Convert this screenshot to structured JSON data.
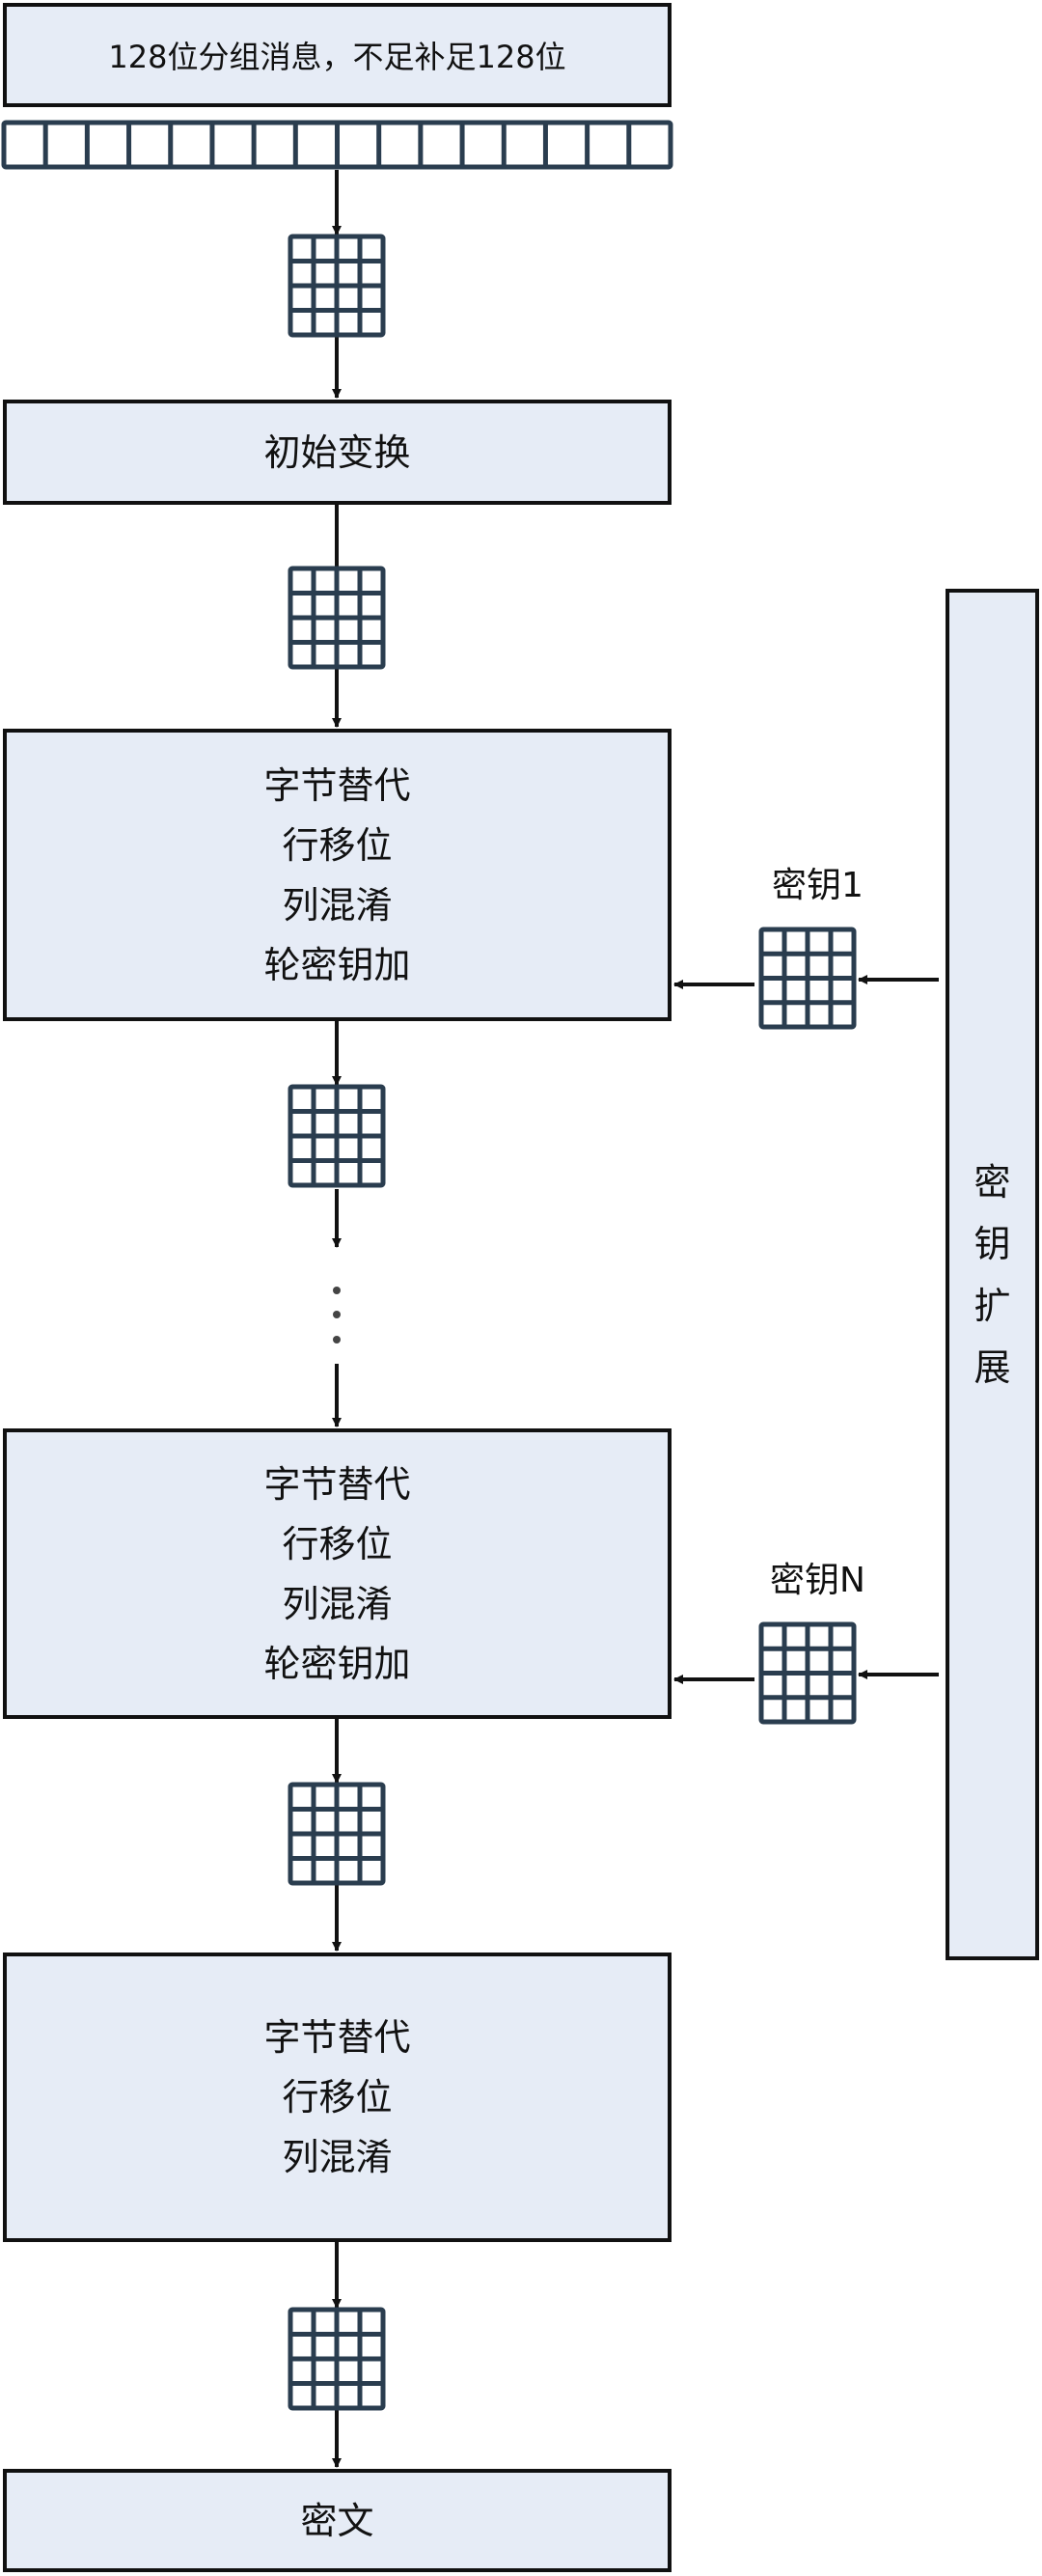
{
  "input_box": "128位分组消息，不足补足128位",
  "initial_transform": "初始变换",
  "round_first": [
    "字节替代",
    "行移位",
    "列混淆",
    "轮密钥加"
  ],
  "round_n": [
    "字节替代",
    "行移位",
    "列混淆",
    "轮密钥加"
  ],
  "round_final": [
    "字节替代",
    "行移位",
    "列混淆"
  ],
  "key_1_label": "密钥1",
  "key_n_label": "密钥N",
  "key_expansion": [
    "密",
    "钥",
    "扩",
    "展"
  ],
  "ciphertext": "密文",
  "colors": {
    "box_fill": "#e6ecf6",
    "grid": "#2a3d4f",
    "border": "#111111"
  }
}
